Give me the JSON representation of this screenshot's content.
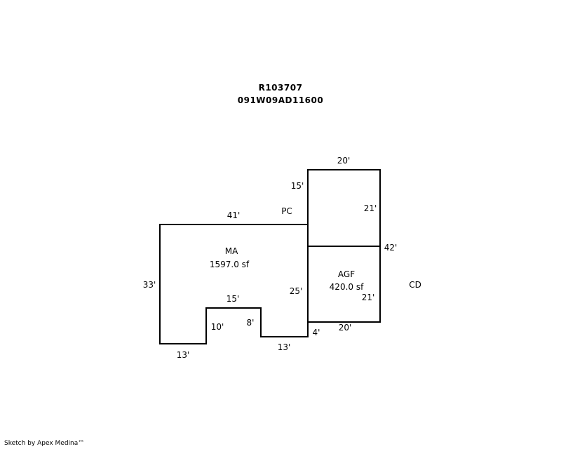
{
  "header": {
    "parcel_id": "R103707",
    "map_number": "091W09AD11600"
  },
  "areas": [
    {
      "code": "MA",
      "size": "1597.0 sf"
    },
    {
      "code": "AGF",
      "size": "420.0 sf"
    }
  ],
  "labels": {
    "pc": "PC",
    "cd": "CD"
  },
  "dimensions": [
    "20'",
    "15'",
    "21'",
    "41'",
    "42'",
    "33'",
    "25'",
    "21'",
    "15'",
    "10'",
    "8'",
    "4'",
    "20'",
    "13'",
    "13'"
  ],
  "footer": {
    "credit": "Sketch by Apex Medina™"
  }
}
